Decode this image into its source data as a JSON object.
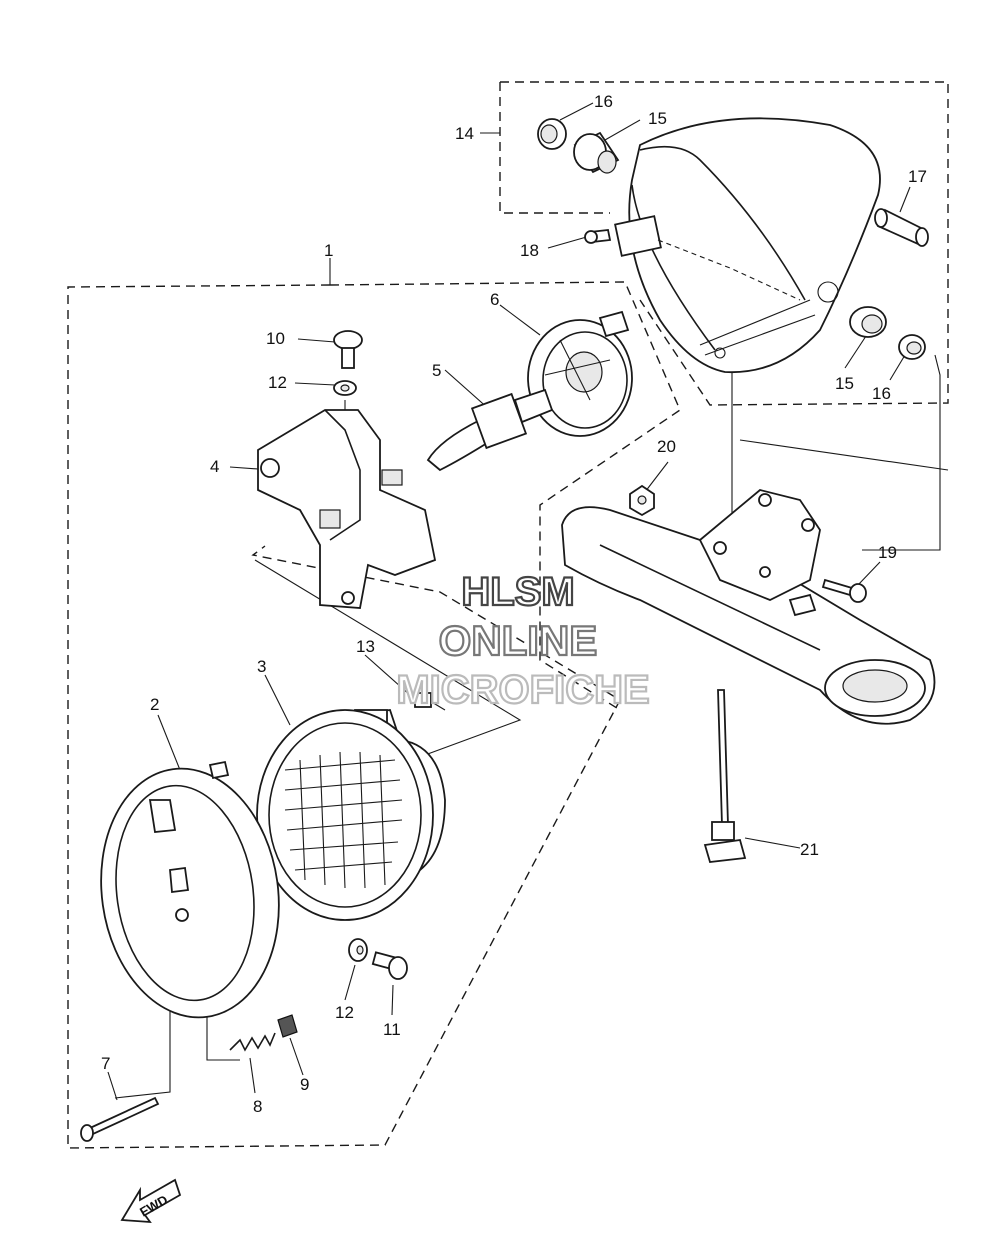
{
  "diagram": {
    "callouts": [
      "1",
      "2",
      "3",
      "4",
      "5",
      "6",
      "7",
      "8",
      "9",
      "10",
      "11",
      "12",
      "12",
      "13",
      "14",
      "15",
      "15",
      "16",
      "16",
      "17",
      "18",
      "19",
      "20",
      "21"
    ],
    "watermark": [
      "HLSM",
      "ONLINE",
      "MICROFICHE"
    ],
    "direction_label": "FWD"
  }
}
